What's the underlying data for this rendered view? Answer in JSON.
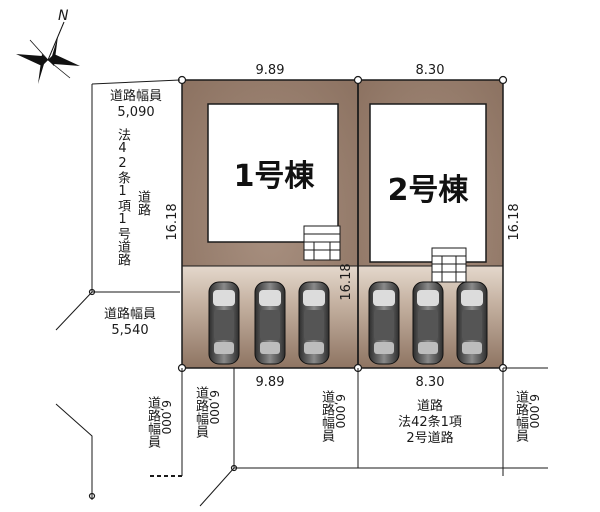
{
  "compass": {
    "north_label": "N"
  },
  "lots": [
    {
      "name": "1号棟",
      "frontage": "9.89",
      "depth": "16.18"
    },
    {
      "name": "2号棟",
      "frontage": "8.30",
      "depth": "16.18"
    }
  ],
  "shared_depth": "16.18",
  "roads": {
    "west": {
      "width_label": "道路幅員",
      "width_top": "5,090",
      "width_bottom": "5,540",
      "type_vertical_a": "法42条1項1号道路",
      "type_vertical_b": "道路"
    },
    "south": {
      "frontage_1": "9.89",
      "frontage_2": "8.30",
      "type_label": "道路",
      "type_line2": "法42条1項",
      "type_line3": "2号道路"
    },
    "vertical_widths": [
      {
        "label": "道路幅員",
        "value": "6,000"
      },
      {
        "label": "道路幅員",
        "value": "6,000"
      },
      {
        "label": "道路幅員",
        "value": "6,000"
      },
      {
        "label": "道路幅員",
        "value": "6,000"
      }
    ]
  },
  "colors": {
    "lot_fill": "#9c8473",
    "lot_fill_light": "#d6c6b8",
    "building_fill": "#ffffff",
    "line": "#1a1a1a",
    "car_body": "#4a4a4a"
  }
}
